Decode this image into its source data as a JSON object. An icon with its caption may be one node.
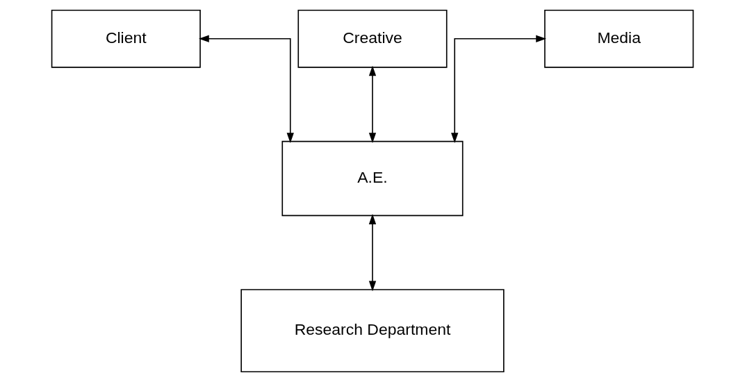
{
  "diagram": {
    "nodes": [
      {
        "text": [
          "Client"
        ]
      },
      {
        "text": [
          "Creative"
        ]
      },
      {
        "text": [
          "Media"
        ]
      },
      {
        "text": [
          "A.E."
        ]
      },
      {
        "text": [
          "Research Department"
        ]
      }
    ],
    "edges": [
      {
        "from": 0,
        "to": 3,
        "arrow": "both"
      },
      {
        "from": 1,
        "to": 3,
        "arrow": "both"
      },
      {
        "from": 2,
        "to": 3,
        "arrow": "both"
      },
      {
        "from": 3,
        "to": 4,
        "arrow": "both"
      }
    ]
  }
}
